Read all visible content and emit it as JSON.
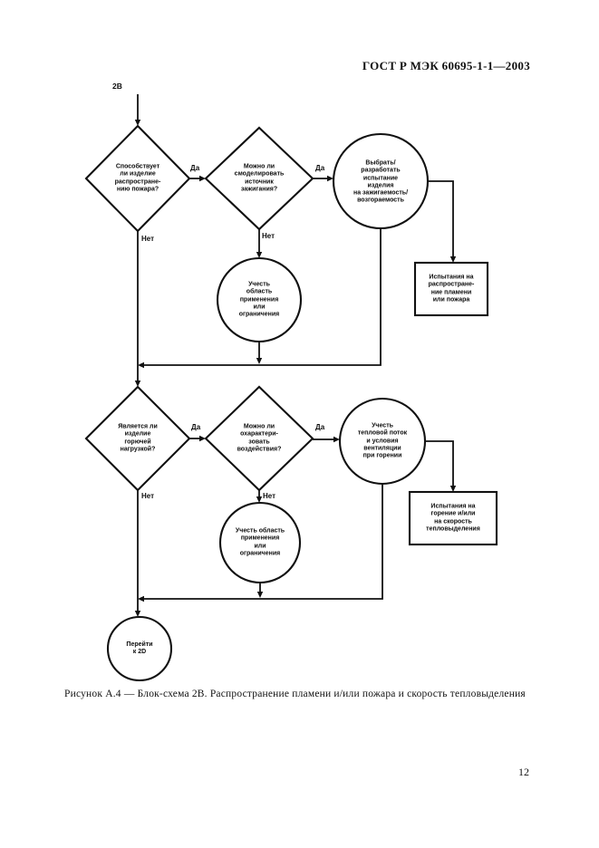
{
  "doc": {
    "header": "ГОСТ Р МЭК 60695-1-1—2003",
    "caption": "Рисунок А.4 — Блок-схема 2В. Распространение пламени и/или пожара и скорость тепловыделения",
    "page_number": "12"
  },
  "colors": {
    "ink": "#111111",
    "paper": "#ffffff"
  },
  "flow": {
    "entry": "2В",
    "yes": "Да",
    "no": "Нет",
    "d1": "Способствует\nли изделие\nраспростране-\nнию пожара?",
    "d2": "Можно ли\nсмоделировать\nисточник\nзажигания?",
    "c1": "Выбрать/\nразработать\nиспытание\nизделия\nна зажигаемость/\nвозгораемость",
    "r1": "Испытания на\nраспростране-\nние пламени\nили пожара",
    "c2": "Учесть\nобласть\nприменения\nили\nограничения",
    "d3": "Является ли\nизделие\nгорючей\nнагрузкой?",
    "d4": "Можно ли\nохарактери-\nзовать\nвоздействия?",
    "c3": "Учесть\nтепловой поток\nи условия\nвентиляции\nпри горении",
    "c4": "Учесть область\nприменения\nили\nограничения",
    "r2": "Испытания на\nгорение и/или\nна скорость\nтепловыделения",
    "c5": "Перейти\nк 2D"
  }
}
